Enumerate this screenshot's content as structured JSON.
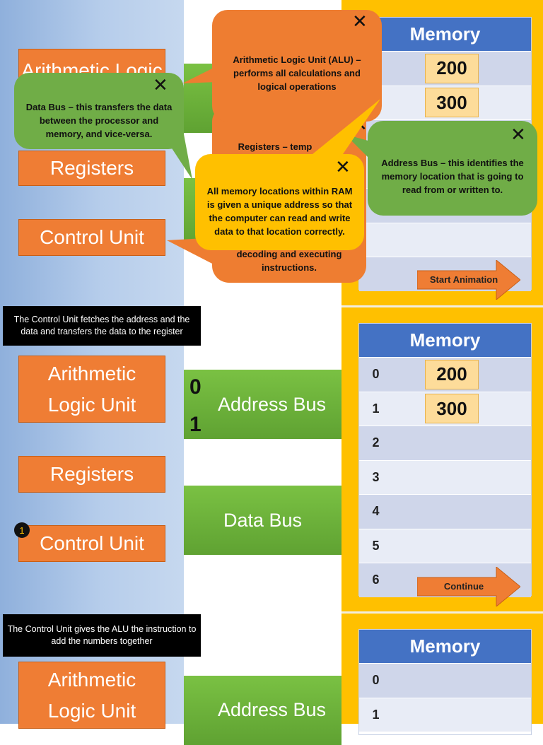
{
  "slide1": {
    "components": {
      "alu": "Arithmetic Logic Unit",
      "registers": "Registers",
      "control_unit": "Control Unit"
    },
    "memory_title": "Memory",
    "memory_values": [
      "200",
      "300"
    ],
    "start_button": "Start Animation",
    "close_glyph": "✕",
    "callouts": {
      "alu": "Arithmetic Logic Unit (ALU) – performs all calculations and logical operations",
      "data_bus": "Data Bus – this transfers the data between the processor and memory, and vice-versa.",
      "registers": "Registers – temporary storage for instructions or data (cut off, hidden behind overlapping callout)",
      "registers_visible": "Registers – temp",
      "address_bus": "Address Bus  – this identifies the memory location that is going to read from or written to.",
      "ram": "All memory locations within RAM is given a unique address so that the computer can read and write data to that location correctly.",
      "control_unit": "decoding and executing instructions."
    }
  },
  "slide2": {
    "caption": "The Control Unit fetches the address and the data and transfers the data to the register",
    "components": {
      "alu": "Arithmetic Logic Unit",
      "registers": "Registers",
      "control_unit": "Control Unit"
    },
    "buses": {
      "address": "Address Bus",
      "data": "Data Bus"
    },
    "address_bits": [
      "0",
      "1"
    ],
    "badge": "1",
    "memory_title": "Memory",
    "memory_rows": [
      {
        "index": "0",
        "value": "200"
      },
      {
        "index": "1",
        "value": "300"
      },
      {
        "index": "2",
        "value": ""
      },
      {
        "index": "3",
        "value": ""
      },
      {
        "index": "4",
        "value": ""
      },
      {
        "index": "5",
        "value": ""
      },
      {
        "index": "6",
        "value": ""
      }
    ],
    "continue_button": "Continue"
  },
  "slide3": {
    "caption": "The Control Unit gives the ALU the instruction to add the numbers together",
    "components": {
      "alu": "Arithmetic Logic Unit"
    },
    "buses": {
      "address": "Address Bus"
    },
    "memory_title": "Memory",
    "memory_rows": [
      {
        "index": "0"
      },
      {
        "index": "1"
      }
    ]
  },
  "colors": {
    "orange": "#ef7d34",
    "green": "#70ad47",
    "memory_blue": "#4472c4",
    "panel_yellow": "#ffc000",
    "cpu_blue": "#a9c4e6"
  }
}
